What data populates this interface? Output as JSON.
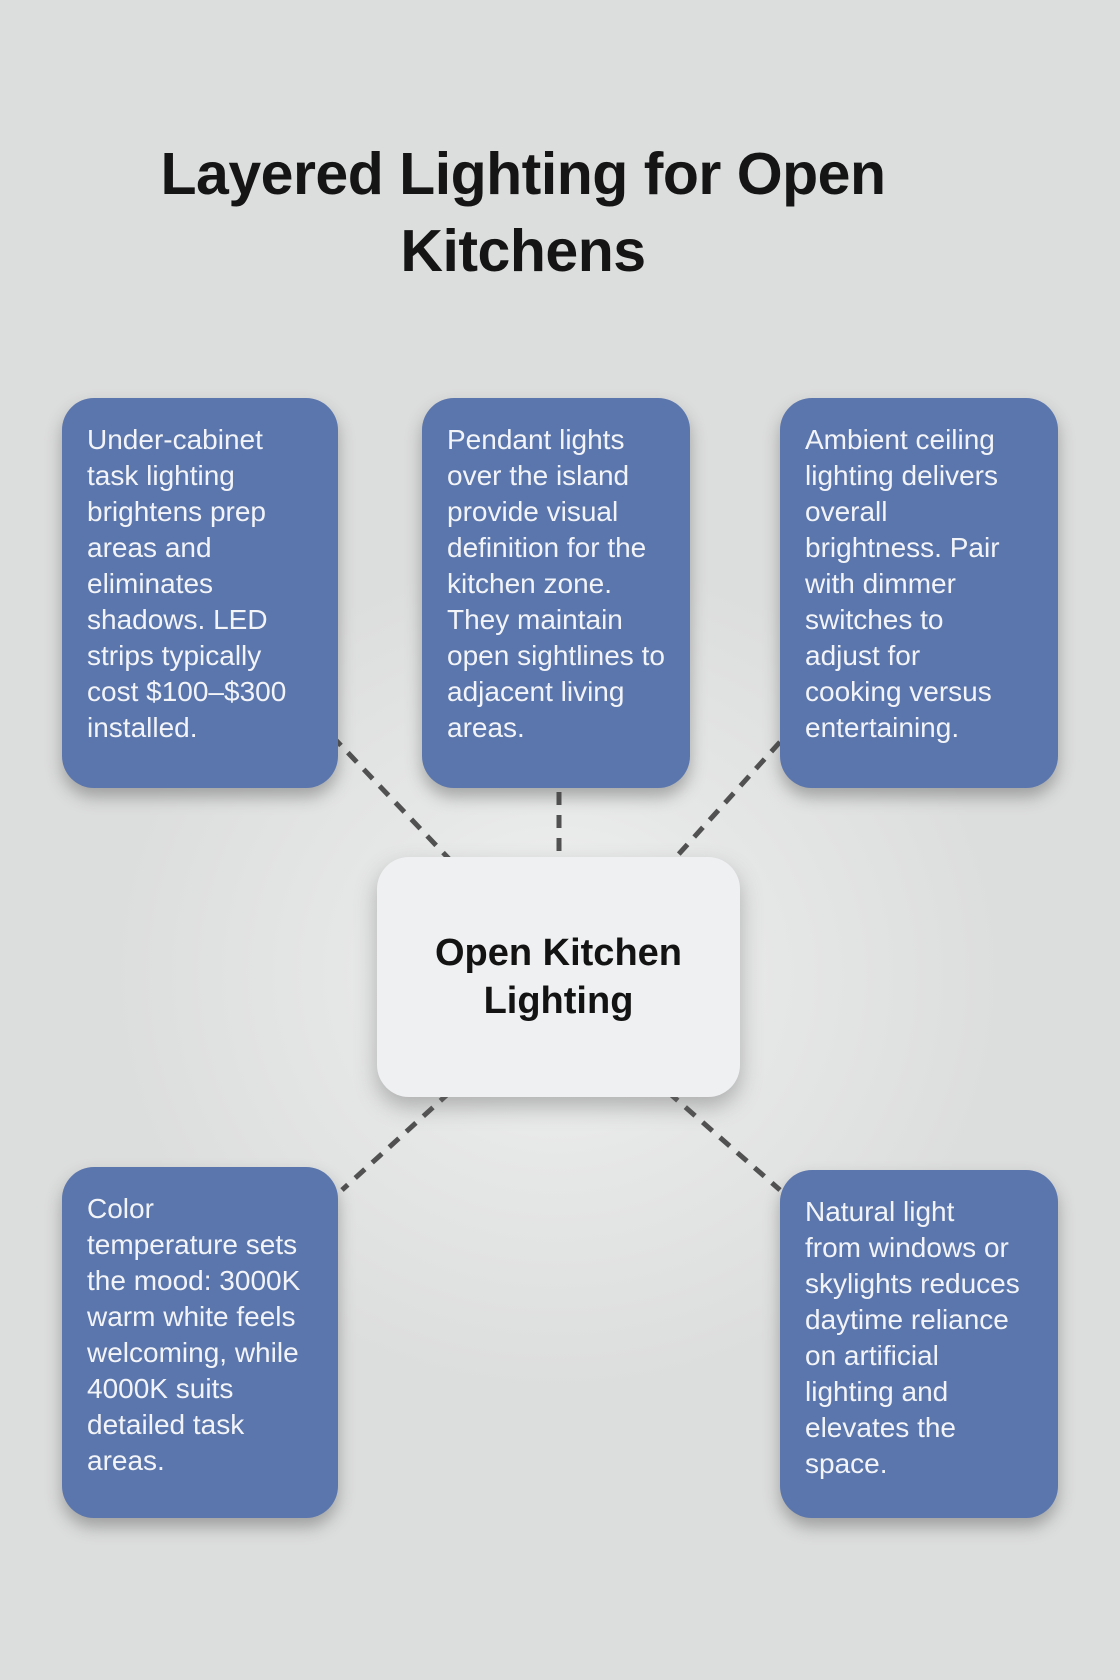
{
  "title": "Layered Lighting for Open\nKitchens",
  "center_node": {
    "id": "center",
    "label": "Open Kitchen\nLighting"
  },
  "nodes": [
    {
      "id": "task-lighting",
      "text": "Under-cabinet\ntask lighting\nbrightens prep\nareas and\neliminates\nshadows. LED\nstrips typically\ncost $100–$300\ninstalled."
    },
    {
      "id": "pendant-lights",
      "text": "Pendant lights\nover the island\nprovide visual\ndefinition for the\nkitchen zone.\nThey maintain\nopen sightlines to\nadjacent living\nareas."
    },
    {
      "id": "ambient-lighting",
      "text": "Ambient ceiling\nlighting delivers\noverall\nbrightness. Pair\nwith dimmer\nswitches to\nadjust for\ncooking versus\nentertaining."
    },
    {
      "id": "color-temperature",
      "text": "Color\ntemperature sets\nthe mood: 3000K\nwarm white feels\nwelcoming, while\n4000K suits\ndetailed task\nareas."
    },
    {
      "id": "natural-light",
      "text": "Natural light\nfrom windows or\nskylights reduces\ndaytime reliance\non artificial\nlighting and\nelevates the\nspace."
    }
  ],
  "edges": [
    {
      "from": "task-lighting",
      "to": "center"
    },
    {
      "from": "pendant-lights",
      "to": "center"
    },
    {
      "from": "ambient-lighting",
      "to": "center"
    },
    {
      "from": "center",
      "to": "color-temperature"
    },
    {
      "from": "center",
      "to": "natural-light"
    }
  ],
  "colors": {
    "background": "#dcdddd",
    "node_fill": "#5b76ac",
    "node_text": "#f2f4f8",
    "center_fill": "#eff0f2",
    "connector": "#515151",
    "title_text": "#151515"
  }
}
